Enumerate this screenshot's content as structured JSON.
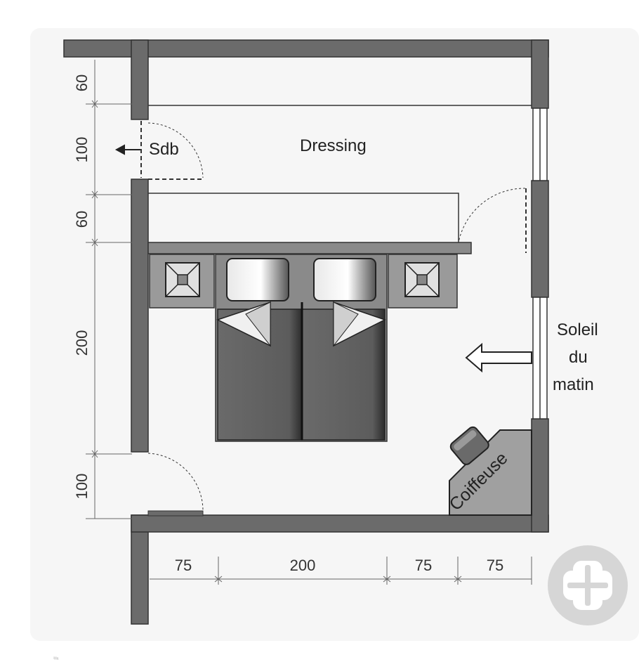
{
  "labels": {
    "dressing": "Dressing",
    "sdb": "Sdb",
    "sun_line1": "Soleil",
    "sun_line2": "du",
    "sun_line3": "matin",
    "vanity": "Coiffeuse"
  },
  "dimensions": {
    "vertical": [
      "60",
      "100",
      "60",
      "200",
      "100"
    ],
    "horizontal": [
      "75",
      "200",
      "75",
      "75"
    ]
  },
  "footer_mark": "ⁱˡᴵᴵᵃ"
}
